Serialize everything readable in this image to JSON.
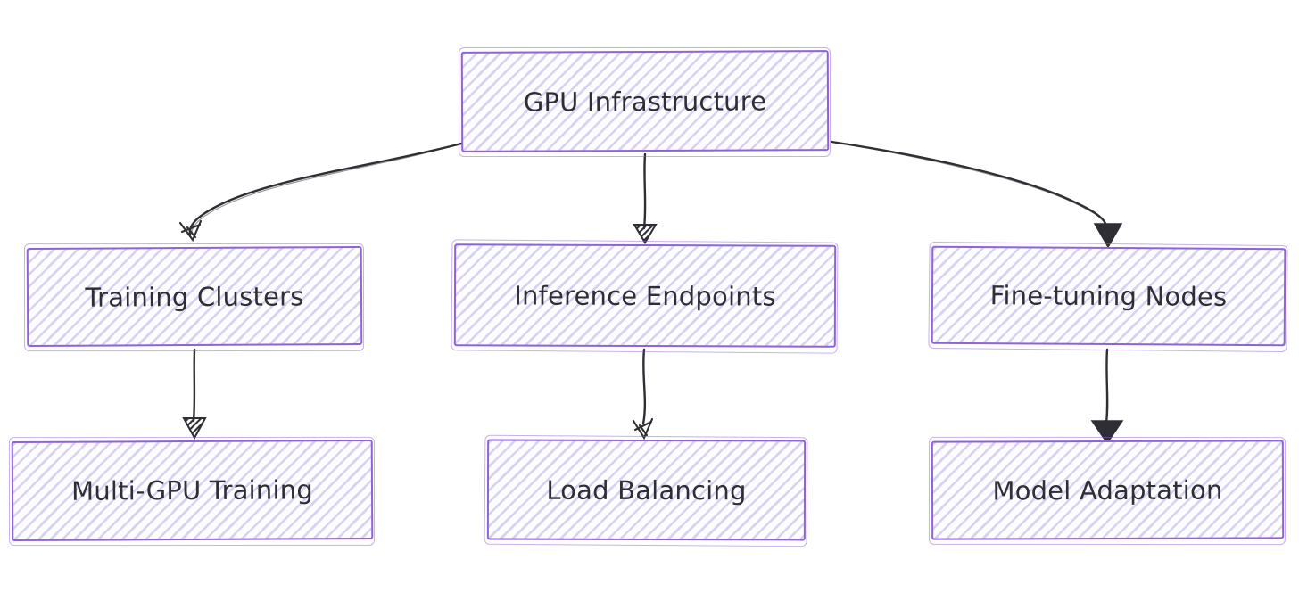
{
  "diagram": {
    "type": "flowchart",
    "direction": "top-down",
    "nodes": [
      {
        "id": "gpu-infrastructure",
        "label": "GPU Infrastructure"
      },
      {
        "id": "training-clusters",
        "label": "Training Clusters"
      },
      {
        "id": "inference-endpoints",
        "label": "Inference Endpoints"
      },
      {
        "id": "fine-tuning-nodes",
        "label": "Fine-tuning Nodes"
      },
      {
        "id": "multi-gpu-training",
        "label": "Multi-GPU Training"
      },
      {
        "id": "load-balancing",
        "label": "Load Balancing"
      },
      {
        "id": "model-adaptation",
        "label": "Model Adaptation"
      }
    ],
    "edges": [
      {
        "from": "GPU Infrastructure",
        "to": "Training Clusters"
      },
      {
        "from": "GPU Infrastructure",
        "to": "Inference Endpoints"
      },
      {
        "from": "GPU Infrastructure",
        "to": "Fine-tuning Nodes"
      },
      {
        "from": "Training Clusters",
        "to": "Multi-GPU Training"
      },
      {
        "from": "Inference Endpoints",
        "to": "Load Balancing"
      },
      {
        "from": "Fine-tuning Nodes",
        "to": "Model Adaptation"
      }
    ],
    "colors": {
      "node_border": "#8f62d8",
      "node_fill_base": "#fdfdff",
      "node_hatch": "#d0cbf2",
      "text": "#2e2e36",
      "arrow": "#2e2e34",
      "background": "#ffffff"
    }
  }
}
